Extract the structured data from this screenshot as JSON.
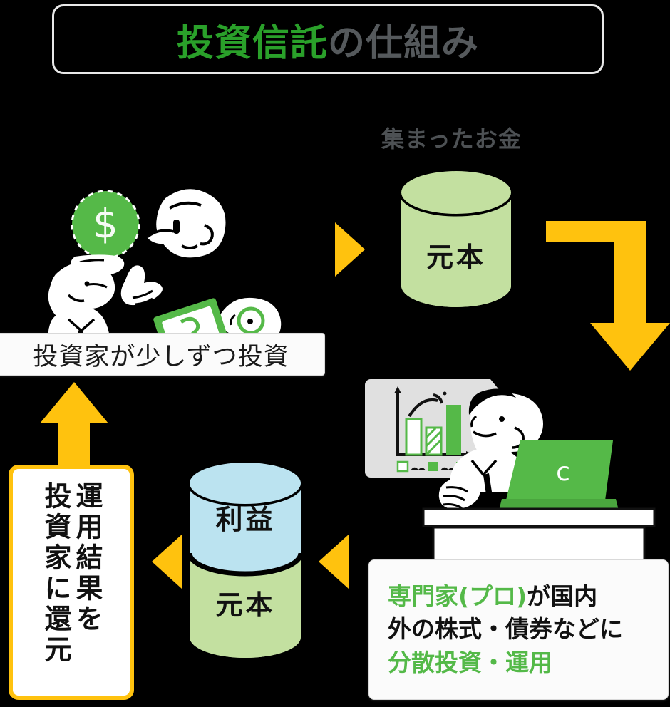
{
  "title": {
    "accent_text": "投資信託",
    "rest_text": "の仕組み",
    "accent_color": "#2aa02a",
    "rest_color": "#55595c"
  },
  "colors": {
    "background": "#000000",
    "brand_green": "#54b948",
    "illustration_green": "#55b948",
    "pale_green": "#c3e0a0",
    "pale_blue": "#bbe3f0",
    "arrow_yellow": "#ffc20e",
    "panel_gray": "#e0e0e0",
    "box_white": "#fbfbfb"
  },
  "steps": {
    "investors_caption": "投資家が少しずつ投資",
    "collected_money_caption": "集まったお金",
    "pot_top_label": "元本",
    "pot_bottom_profit_label": "利益",
    "pot_bottom_principal_label": "元本",
    "return_box_line1": "運用結果を",
    "return_box_line2": "投資家に還元",
    "pro_box_lines": [
      {
        "green": "専門家(プロ)",
        "black": "が国内"
      },
      {
        "green": "",
        "black": "外の株式・債券などに"
      },
      {
        "green": "分散投資・運用",
        "black": ""
      }
    ]
  },
  "illustration": {
    "coin_symbol": "$",
    "laptop_logo": "c",
    "chart_bars": [
      {
        "style": "outline",
        "height": 0.45
      },
      {
        "style": "hatched",
        "height": 0.32
      },
      {
        "style": "solid",
        "height": 0.62
      }
    ]
  },
  "arrows": [
    {
      "name": "investors-to-pot",
      "direction": "right"
    },
    {
      "name": "pot-to-manager",
      "direction": "right-then-down"
    },
    {
      "name": "manager-to-result-pot",
      "direction": "left"
    },
    {
      "name": "result-pot-to-return-box",
      "direction": "left"
    },
    {
      "name": "return-box-to-investors",
      "direction": "up"
    }
  ]
}
